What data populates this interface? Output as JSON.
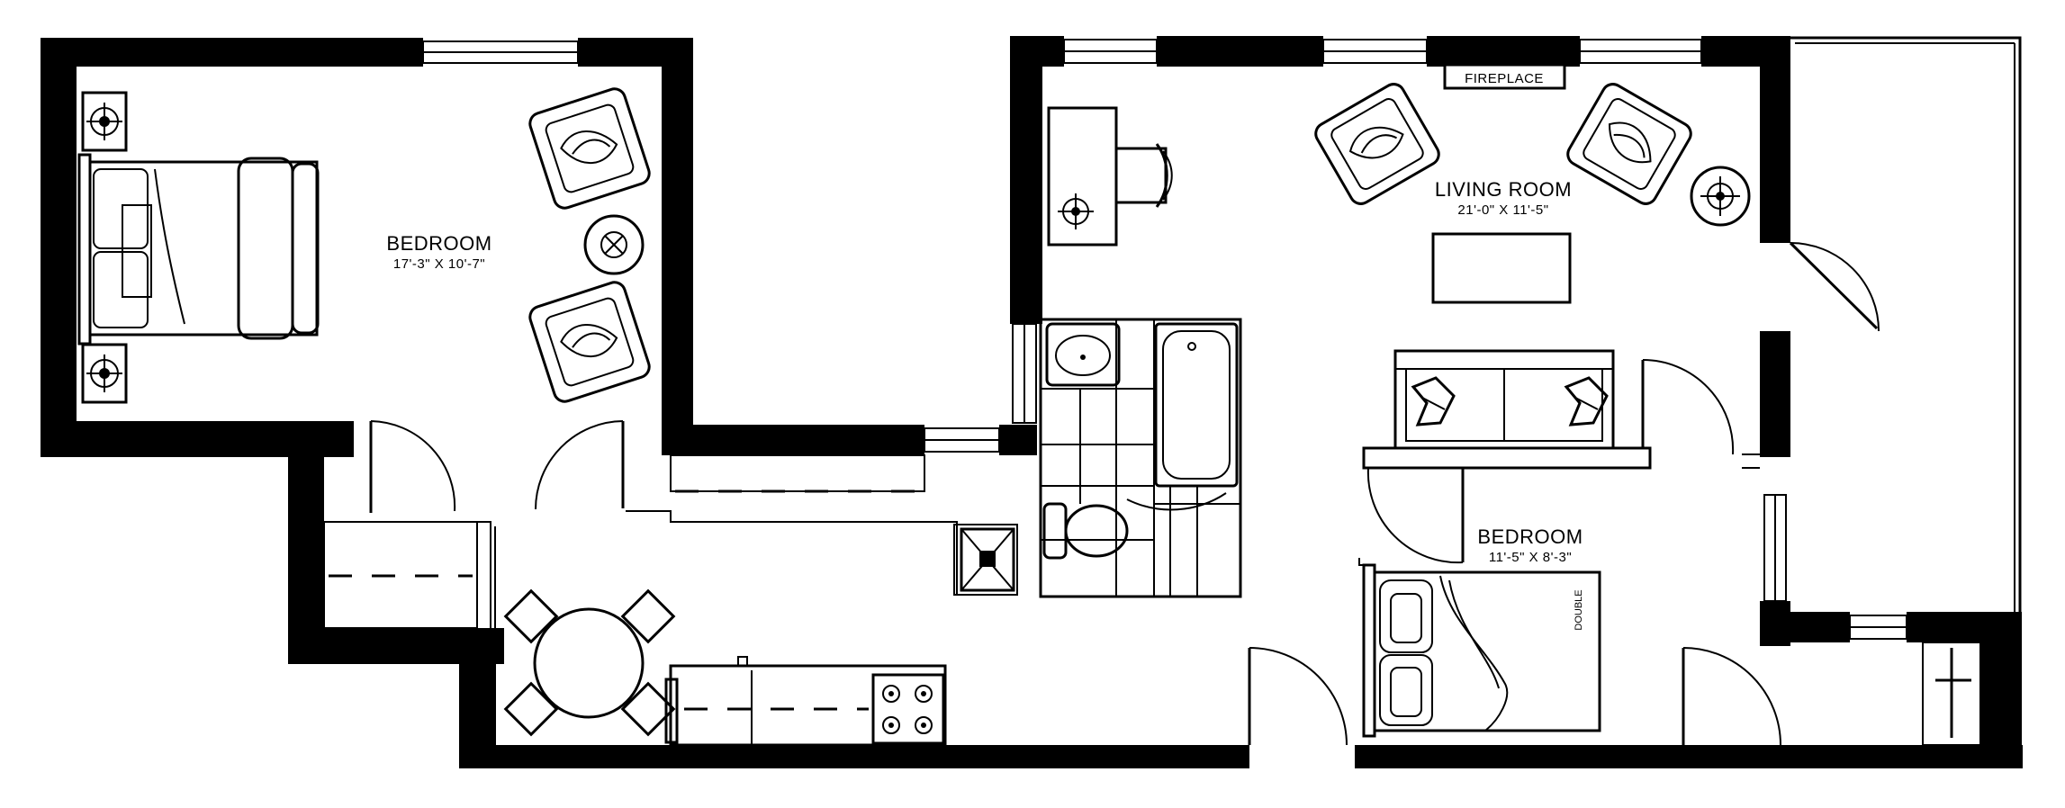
{
  "rooms": {
    "bedroom_left": {
      "name": "BEDROOM",
      "dimensions": "17'-3\" X 10'-7\""
    },
    "living_room": {
      "name": "LIVING ROOM",
      "dimensions": "21'-0\" X 11'-5\""
    },
    "bedroom_right": {
      "name": "BEDROOM",
      "dimensions": "11'-5\" X 8'-3\""
    }
  },
  "labels": {
    "fireplace": "FIREPLACE",
    "bed_size": "DOUBLE"
  },
  "colors": {
    "wall": "#000000",
    "background": "#ffffff"
  }
}
